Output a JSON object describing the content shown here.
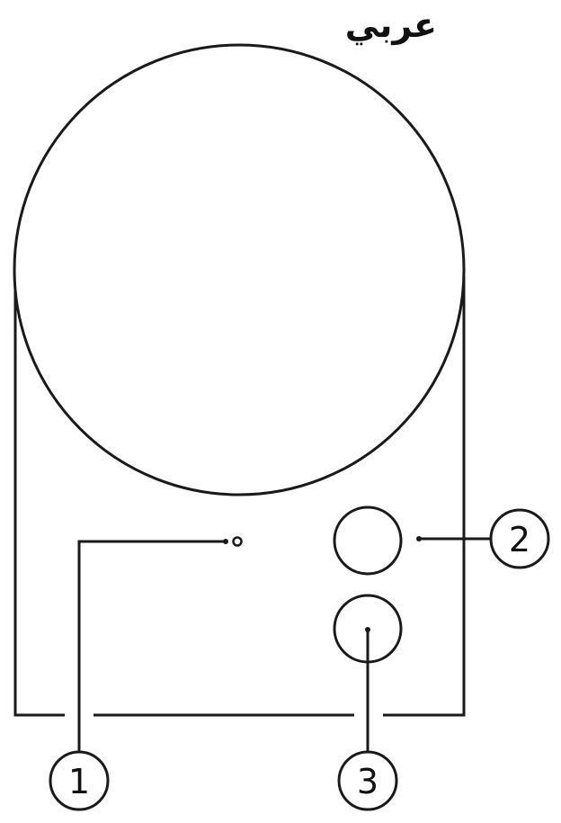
{
  "heading": "عربي",
  "callouts": [
    {
      "number": "1"
    },
    {
      "number": "2"
    },
    {
      "number": "3"
    }
  ]
}
